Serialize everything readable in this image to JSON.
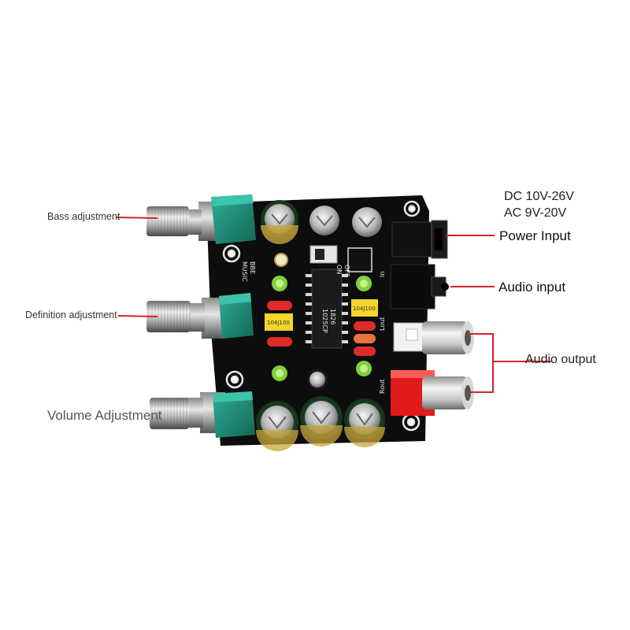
{
  "labels": {
    "bass": "Bass adjustment",
    "definition": "Definition adjustment",
    "volume": "Volume Adjustment",
    "power_spec_dc": "DC 10V-26V",
    "power_spec_ac": "AC 9V-20V",
    "power_input": "Power Input",
    "audio_input": "Audio input",
    "audio_output": "Audio output"
  },
  "board_silkscreen": {
    "chip_marking_1": "1025CP",
    "chip_marking_2": "1826",
    "cap_code": "104J100",
    "switch_on": "ON",
    "switch_off": "OFF",
    "bbe": "BBE",
    "music": "MUSIC",
    "lout": "Lout",
    "rout": "Rout",
    "in": "In"
  },
  "colors": {
    "board": "#0d0d0d",
    "leader_line": "#d0262a",
    "pot_housing": "#1f8c7a",
    "rca_red": "#e11b1b"
  }
}
